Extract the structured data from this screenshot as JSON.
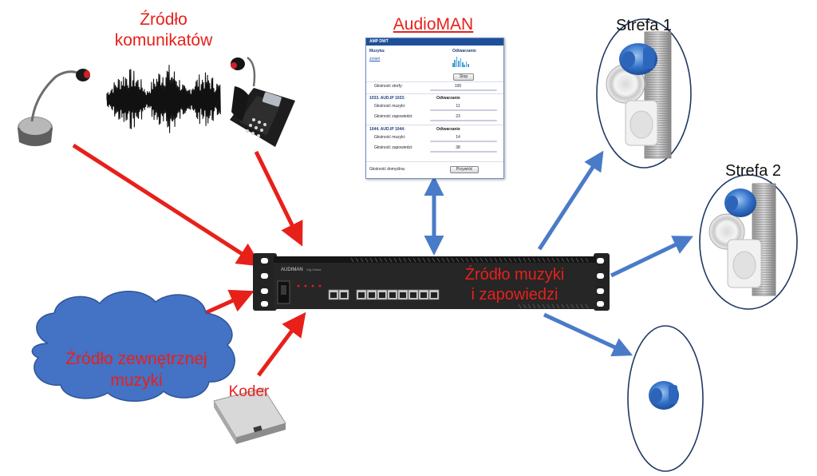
{
  "labels": {
    "source_messages": "Źródło\nkomunikatów",
    "audioman": "AudioMAN",
    "zone1": "Strefa 1",
    "zone2": "Strefa 2",
    "external_music": "Źródło zewnętrznej\nmuzyki",
    "coder": "Koder",
    "amplifier_overlay": "Źródło muzyki\ni zapowiedzi"
  },
  "panel": {
    "title": "AMP DWT",
    "music_label": "Muzyka:",
    "link": "zmień",
    "status": "Odtwarzanie",
    "stop_button": "Stop",
    "zone_volume_label": "Głośność strefy:",
    "zone_volume_value": "100",
    "device1": "1033. AUD.IP 1033:",
    "device1_status": "Odtwarzanie",
    "device1_music_label": "Głośność muzyki:",
    "device1_music_value": "11",
    "device1_ann_label": "Głośność zapowiedzi:",
    "device1_ann_value": "23",
    "device2": "1044. AUD.IP 1044:",
    "device2_status": "Odtwarzanie",
    "device2_music_label": "Głośność muzyki:",
    "device2_music_value": "14",
    "device2_ann_label": "Głośność zapowiedzi:",
    "device2_ann_value": "38",
    "default_volume_label": "Głośność domyślna:",
    "restore_button": "Przywróć"
  },
  "device": {
    "brand": "AUDIMAN",
    "model": "Dig.Virtual"
  },
  "colors": {
    "red": "#e8201a",
    "blue_arrow": "#4a7bc8",
    "cloud": "#4472c4",
    "device_body": "#2a2a2a"
  },
  "icons": [
    "microphone-icon",
    "waveform-icon",
    "desk-phone-icon",
    "amplifier-icon",
    "cloud-icon",
    "encoder-icon",
    "speaker-group-icon",
    "horn-speaker-icon"
  ]
}
